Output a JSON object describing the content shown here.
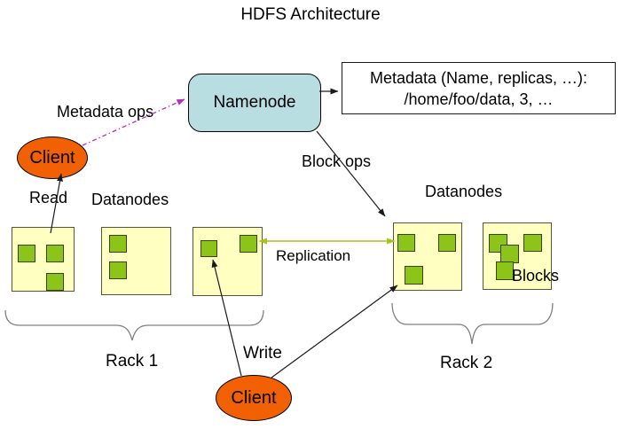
{
  "title": "HDFS Architecture",
  "namenode": {
    "label": "Namenode"
  },
  "metadata_box": {
    "line1": "Metadata (Name, replicas, …):",
    "line2": "/home/foo/data, 3, …"
  },
  "clients": {
    "read": "Client",
    "write": "Client"
  },
  "labels": {
    "metadata_ops": "Metadata ops",
    "block_ops": "Block ops",
    "read": "Read",
    "write": "Write",
    "replication": "Replication",
    "datanodes_rack1": "Datanodes",
    "datanodes_rack2": "Datanodes",
    "blocks": "Blocks",
    "rack1": "Rack 1",
    "rack2": "Rack 2"
  },
  "racks": {
    "rack1": {
      "label": "Rack 1",
      "datanode_block_counts": [
        3,
        2,
        2
      ]
    },
    "rack2": {
      "label": "Rack 2",
      "datanode_block_counts": [
        3,
        4
      ]
    }
  },
  "colors": {
    "namenode_fill": "#B9DEE2",
    "client_fill": "#F16104",
    "datanode_fill": "#FFFFC2",
    "block_fill": "#8DC41A",
    "replication_arrow": "#A4C422",
    "metadata_ops_arrow": "#BE29BE",
    "line": "#1A1A1A",
    "brace": "#808080"
  }
}
